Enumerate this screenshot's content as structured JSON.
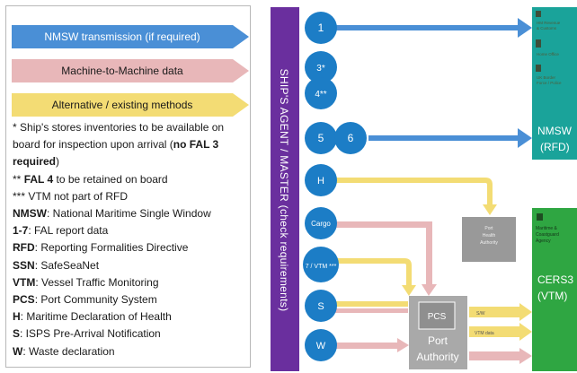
{
  "legend": {
    "arrows": [
      {
        "label": "NMSW transmission (if required)",
        "fill": "#4a8fd6",
        "text_color": "#ffffff"
      },
      {
        "label": "Machine-to-Machine data",
        "fill": "#e8b7b9",
        "text_color": "#1a1a1a"
      },
      {
        "label": "Alternative / existing methods",
        "fill": "#f3dc74",
        "text_color": "#1a1a1a"
      }
    ],
    "notes": [
      {
        "prefix": "* ",
        "text": "Ship's stores inventories to be available on board for inspection upon arrival (",
        "bold": "no FAL 3 required",
        "suffix": ")"
      },
      {
        "prefix": "** ",
        "bold_lead": "FAL 4",
        "text": " to be retained on board"
      },
      {
        "prefix": "*** ",
        "text": "VTM not part of RFD"
      },
      {
        "term": "NMSW",
        "text": ": National Maritime Single Window"
      },
      {
        "term": "1-7",
        "text": ": FAL report data"
      },
      {
        "term": "RFD",
        "text": ": Reporting Formalities Directive"
      },
      {
        "term": "SSN",
        "text": ": SafeSeaNet"
      },
      {
        "term": "VTM",
        "text": ": Vessel Traffic Monitoring"
      },
      {
        "term": "PCS",
        "text": ": Port Community System"
      },
      {
        "term": "H",
        "text": ": Maritime Declaration of Health"
      },
      {
        "term": "S",
        "text": ": ISPS Pre-Arrival Notification"
      },
      {
        "term": "W",
        "text": ": Waste declaration"
      }
    ]
  },
  "agent_bar": {
    "label": "SHIP'S AGENT / MASTER (check requirements)",
    "color": "#6a2f9e"
  },
  "circles": [
    {
      "id": "c1",
      "label": "1"
    },
    {
      "id": "c3",
      "label": "3*"
    },
    {
      "id": "c4",
      "label": "4**"
    },
    {
      "id": "c5",
      "label": "5"
    },
    {
      "id": "c6",
      "label": "6"
    },
    {
      "id": "cH",
      "label": "H"
    },
    {
      "id": "cCargo",
      "label": "Cargo"
    },
    {
      "id": "c7",
      "label": "7 / VTM ***"
    },
    {
      "id": "cS",
      "label": "S"
    },
    {
      "id": "cW",
      "label": "W"
    }
  ],
  "colors": {
    "circle": "#1c7dc6",
    "nmsw_arrow": "#4a8fd6",
    "m2m_arrow": "#e8b7b9",
    "alt_arrow": "#f3dc74",
    "nmsw_box": "#1aa39a",
    "cers_box": "#2fa642",
    "grey_box": "#999999",
    "port_box": "#a9a9a9"
  },
  "nmsw_box": {
    "small_lines": [
      "HM Revenue",
      "& Customs",
      "Home Office",
      "UK Border",
      "Force / Police"
    ],
    "title": "NMSW",
    "subtitle": "(RFD)"
  },
  "cers_box": {
    "small_lines": [
      "Maritime &",
      "Coastguard",
      "Agency"
    ],
    "title": "CERS3",
    "subtitle": "(VTM)"
  },
  "health_box": {
    "lines": [
      "Port",
      "Health",
      "Authority"
    ]
  },
  "port": {
    "pcs_label": "PCS",
    "line1": "Port",
    "line2": "Authority"
  },
  "flow_labels": {
    "s_line": "S/W",
    "vtm_data": "VTM data"
  }
}
